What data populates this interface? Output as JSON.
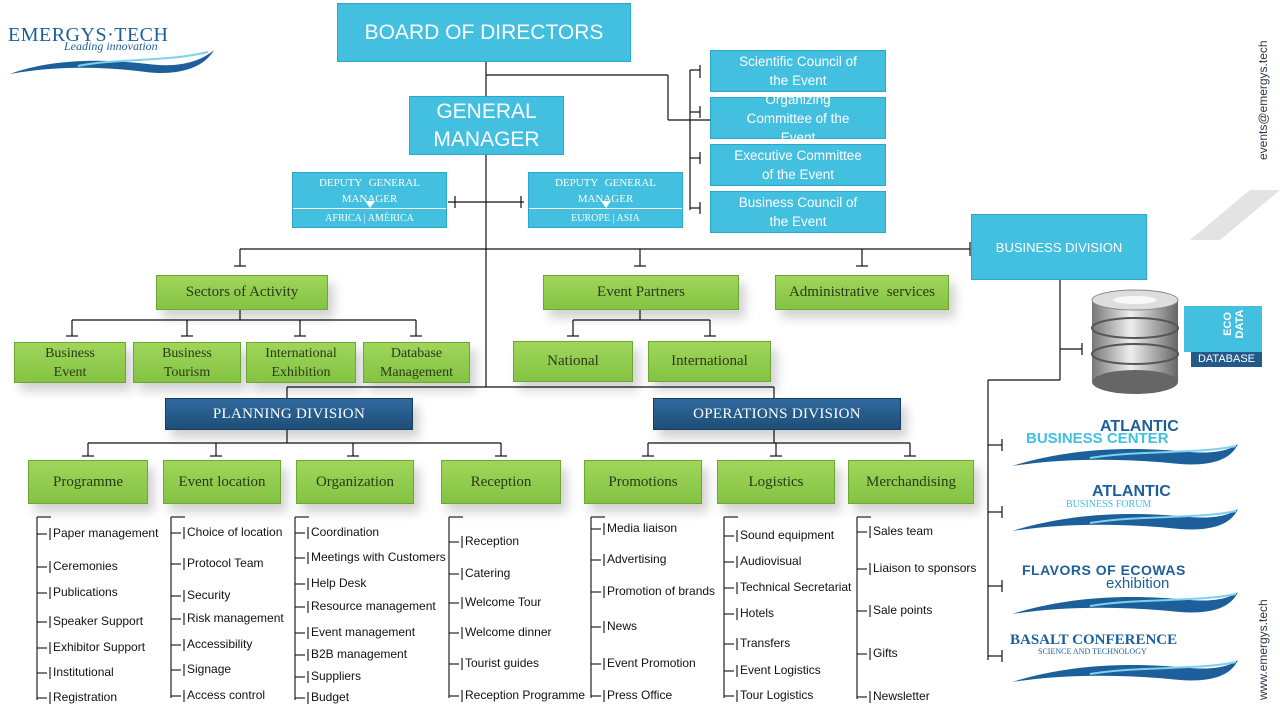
{
  "logo": {
    "brand": "EMERGYS·TECH",
    "tagline": "Leading innovation"
  },
  "side_texts": {
    "email": "events@emergys.tech",
    "website": "www.emergys.tech"
  },
  "top": {
    "board": "BOARD OF DIRECTORS",
    "gm": "GENERAL MANAGER"
  },
  "councils": [
    "Scientific Council of the Event",
    "Organizing Committee of the Event",
    "Executive Committee of the Event",
    "Business Council of the Event"
  ],
  "deputies": [
    {
      "title": "DEPUTY GENERAL MANAGER",
      "region": "AFRICA | AMÉRICA"
    },
    {
      "title": "DEPUTY GENERAL MANAGER",
      "region": "EUROPE | ASIA"
    }
  ],
  "business_division": {
    "label": "BUSINESS DIVISION",
    "eco_data": "ECO DATA",
    "database": "DATABASE"
  },
  "green_top": [
    "Sectors of Activity",
    "Event Partners",
    "Administrative services"
  ],
  "sectors": [
    "Business Event",
    "Business Tourism",
    "International Exhibition",
    "Database Management"
  ],
  "partners": [
    "National",
    "International"
  ],
  "divisions": [
    "PLANNING DIVISION",
    "OPERATIONS DIVISION"
  ],
  "planning": [
    {
      "label": "Programme",
      "items": [
        "Paper management",
        "Ceremonies",
        "Publications",
        "Speaker Support",
        "Exhibitor Support",
        "Institutional",
        "Registration"
      ]
    },
    {
      "label": "Event location",
      "items": [
        "Choice of location",
        "Protocol Team",
        "Security",
        "Risk management",
        "Accessibility",
        "Signage",
        "Access control"
      ]
    },
    {
      "label": "Organization",
      "items": [
        "Coordination",
        "Meetings with Customers",
        "Help Desk",
        "Resource management",
        "Event management",
        "B2B management",
        "Suppliers",
        "Budget"
      ]
    },
    {
      "label": "Reception",
      "items": [
        "Reception",
        "Catering",
        "Welcome Tour",
        "Welcome dinner",
        "Tourist guides",
        "Reception Programme"
      ]
    }
  ],
  "operations": [
    {
      "label": "Promotions",
      "items": [
        "Media liaison",
        "Advertising",
        "Promotion of brands",
        "News",
        "Event Promotion",
        "Press Office"
      ]
    },
    {
      "label": "Logistics",
      "items": [
        "Sound equipment",
        "Audiovisual",
        "Technical Secretariat",
        "Hotels",
        "Transfers",
        "Event Logistics",
        "Tour Logistics"
      ]
    },
    {
      "label": "Merchandising",
      "items": [
        "Sales team",
        "Liaison to sponsors",
        "Sale points",
        "Gifts",
        "Newsletter"
      ]
    }
  ],
  "events": [
    {
      "line1": "ATLANTIC",
      "line2": "BUSINESS CENTER"
    },
    {
      "line1": "ATLANTIC",
      "line2": "BUSINESS FORUM"
    },
    {
      "line1": "FLAVORS OF ECOWAS",
      "line2": "exhibition"
    },
    {
      "line1": "BASALT CONFERENCE",
      "line2": "SCIENCE AND TECHNOLOGY"
    }
  ],
  "colors": {
    "cyan": "#43bfe0",
    "green": "#8dcb4c",
    "navy": "#245a8a",
    "logo_blue": "#1d5f9a",
    "logo_green": "#8ab84a"
  }
}
